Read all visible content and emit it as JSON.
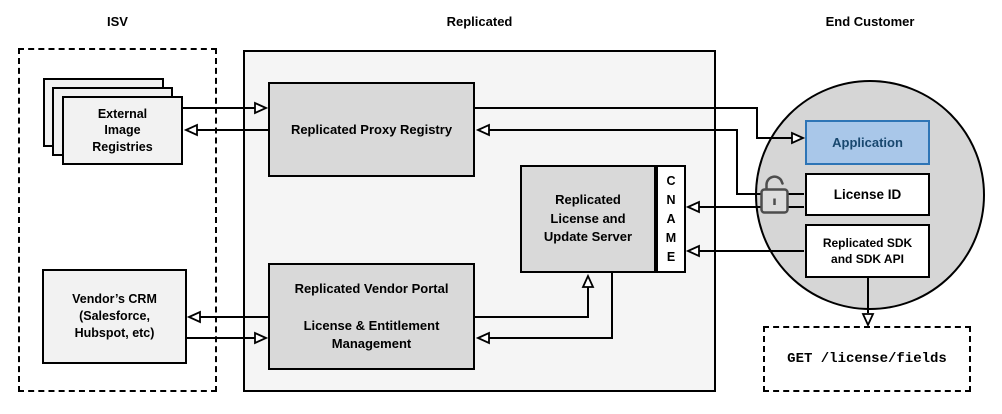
{
  "sections": {
    "isv": {
      "title": "ISV"
    },
    "replicated": {
      "title": "Replicated"
    },
    "end_customer": {
      "title": "End Customer"
    }
  },
  "nodes": {
    "external_registries": {
      "label": "External\nImage\nRegistries"
    },
    "proxy_registry": {
      "label": "Replicated Proxy Registry"
    },
    "license_server": {
      "label": "Replicated\nLicense and\nUpdate Server"
    },
    "cname": {
      "label": "C\nN\nA\nM\nE"
    },
    "vendor_portal": {
      "label": "Replicated Vendor Portal\n\nLicense & Entitlement Management"
    },
    "crm": {
      "label": "Vendor’s CRM\n(Salesforce,\nHubspot, etc)"
    },
    "application": {
      "label": "Application"
    },
    "license_id": {
      "label": "License ID"
    },
    "sdk": {
      "label": "Replicated SDK\nand SDK API"
    },
    "get_request": {
      "label": "GET /license/fields"
    }
  },
  "icons": {
    "unlock_icon": "open-padlock"
  },
  "colors": {
    "container_fill": "#f5f5f5",
    "node_gray_fill": "#d9d9d9",
    "node_light_fill": "#f2f2f2",
    "circle_fill": "#d6d6d6",
    "application_fill": "#a9c7e9",
    "application_border": "#2e75b6",
    "application_text": "#19486f",
    "line_color": "#000000",
    "lock_color": "#4d4d4d"
  }
}
